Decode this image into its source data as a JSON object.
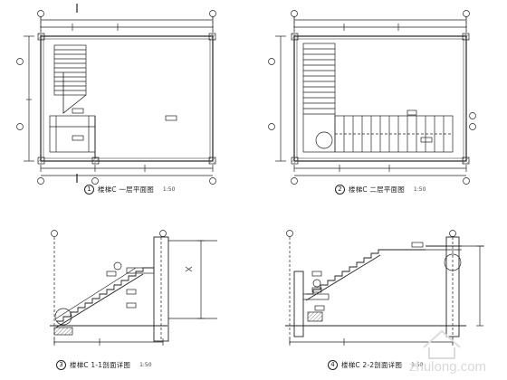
{
  "plans": [
    {
      "num": "1",
      "title": "楼梯C 一层平面图",
      "scale": "1:50"
    },
    {
      "num": "2",
      "title": "楼梯C 二层平面图",
      "scale": "1:50"
    }
  ],
  "sections": [
    {
      "num": "3",
      "title": "楼梯C 1-1剖面详图",
      "scale": "1:50"
    },
    {
      "num": "4",
      "title": "楼梯C 2-2剖面详图",
      "scale": "1:50"
    }
  ],
  "watermark": "zhulong.com"
}
